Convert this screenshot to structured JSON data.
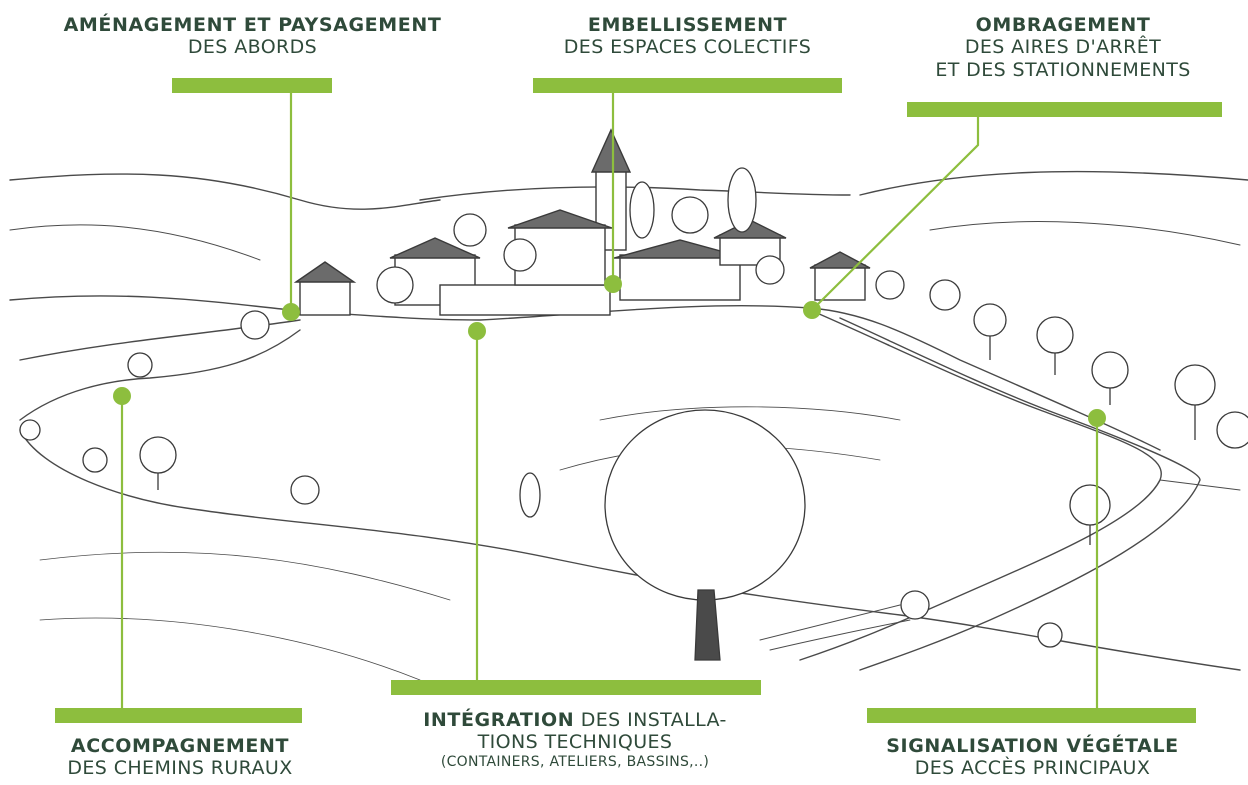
{
  "colors": {
    "accent": "#8dbe3e",
    "text": "#2f4a3a",
    "ink": "#3a3a3a"
  },
  "labels": {
    "abords": {
      "line1": "AMÉNAGEMENT ET PAYSAGEMENT",
      "line2": "DES ABORDS"
    },
    "espaces": {
      "line1": "EMBELLISSEMENT",
      "line2": "DES ESPACES COLECTIFS"
    },
    "ombragement": {
      "line1": "OMBRAGEMENT",
      "line2": "DES AIRES D'ARRÊT",
      "line3": "ET DES STATIONNEMENTS"
    },
    "chemins": {
      "line1": "ACCOMPAGNEMENT",
      "line2": "DES CHEMINS RURAUX"
    },
    "integration": {
      "bold": "INTÉGRATION",
      "rest": " DES INSTALLA-",
      "line2": "TIONS TECHNIQUES",
      "line3": "(CONTAINERS, ATELIERS, BASSINS,..)"
    },
    "signalisation": {
      "line1": "SIGNALISATION VÉGÉTALE",
      "line2": "DES ACCÈS PRINCIPAUX"
    }
  }
}
